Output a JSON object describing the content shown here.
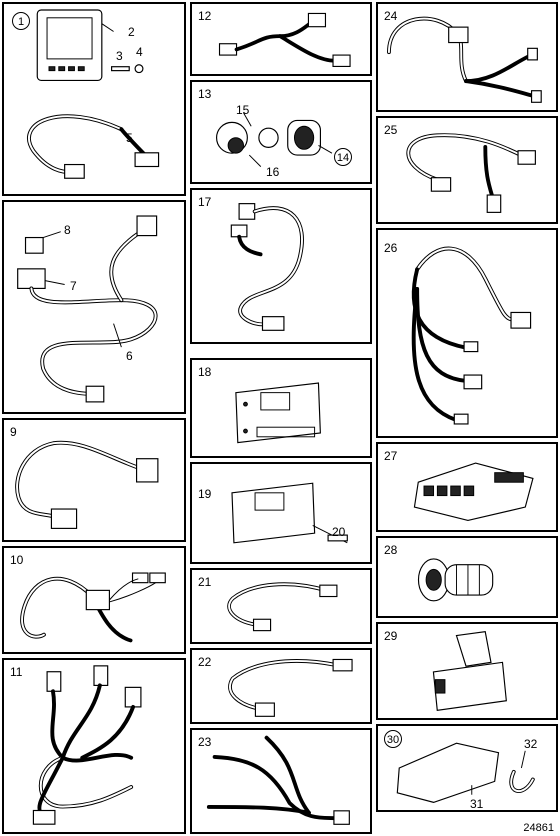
{
  "figure_ref": "24861",
  "panels": {
    "p1": {
      "circled": "1",
      "labels": [
        "2",
        "3",
        "4",
        "5"
      ]
    },
    "p6": {
      "labels": [
        "8",
        "7",
        "6"
      ]
    },
    "p9": {
      "title": "9"
    },
    "p10": {
      "title": "10"
    },
    "p11": {
      "title": "11"
    },
    "p12": {
      "title": "12"
    },
    "p13": {
      "title": "13",
      "labels": [
        "15",
        "16"
      ],
      "circled": "14"
    },
    "p17": {
      "title": "17"
    },
    "p18": {
      "title": "18"
    },
    "p19": {
      "title": "19",
      "labels": [
        "20"
      ]
    },
    "p21": {
      "title": "21"
    },
    "p22": {
      "title": "22"
    },
    "p23": {
      "title": "23"
    },
    "p24": {
      "title": "24"
    },
    "p25": {
      "title": "25"
    },
    "p26": {
      "title": "26"
    },
    "p27": {
      "title": "27"
    },
    "p28": {
      "title": "28"
    },
    "p29": {
      "title": "29"
    },
    "p30": {
      "circled": "30",
      "labels": [
        "31",
        "32"
      ]
    }
  }
}
